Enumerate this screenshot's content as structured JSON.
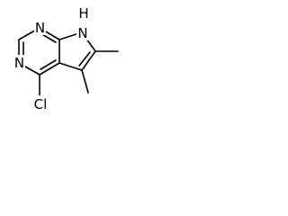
{
  "molecule": {
    "atoms": {
      "n1": "N",
      "n3": "N",
      "nh": "N",
      "h": "H",
      "cl": "Cl"
    }
  },
  "colors": {
    "bond": "#000000",
    "label": "#000000",
    "background": "#ffffff"
  }
}
